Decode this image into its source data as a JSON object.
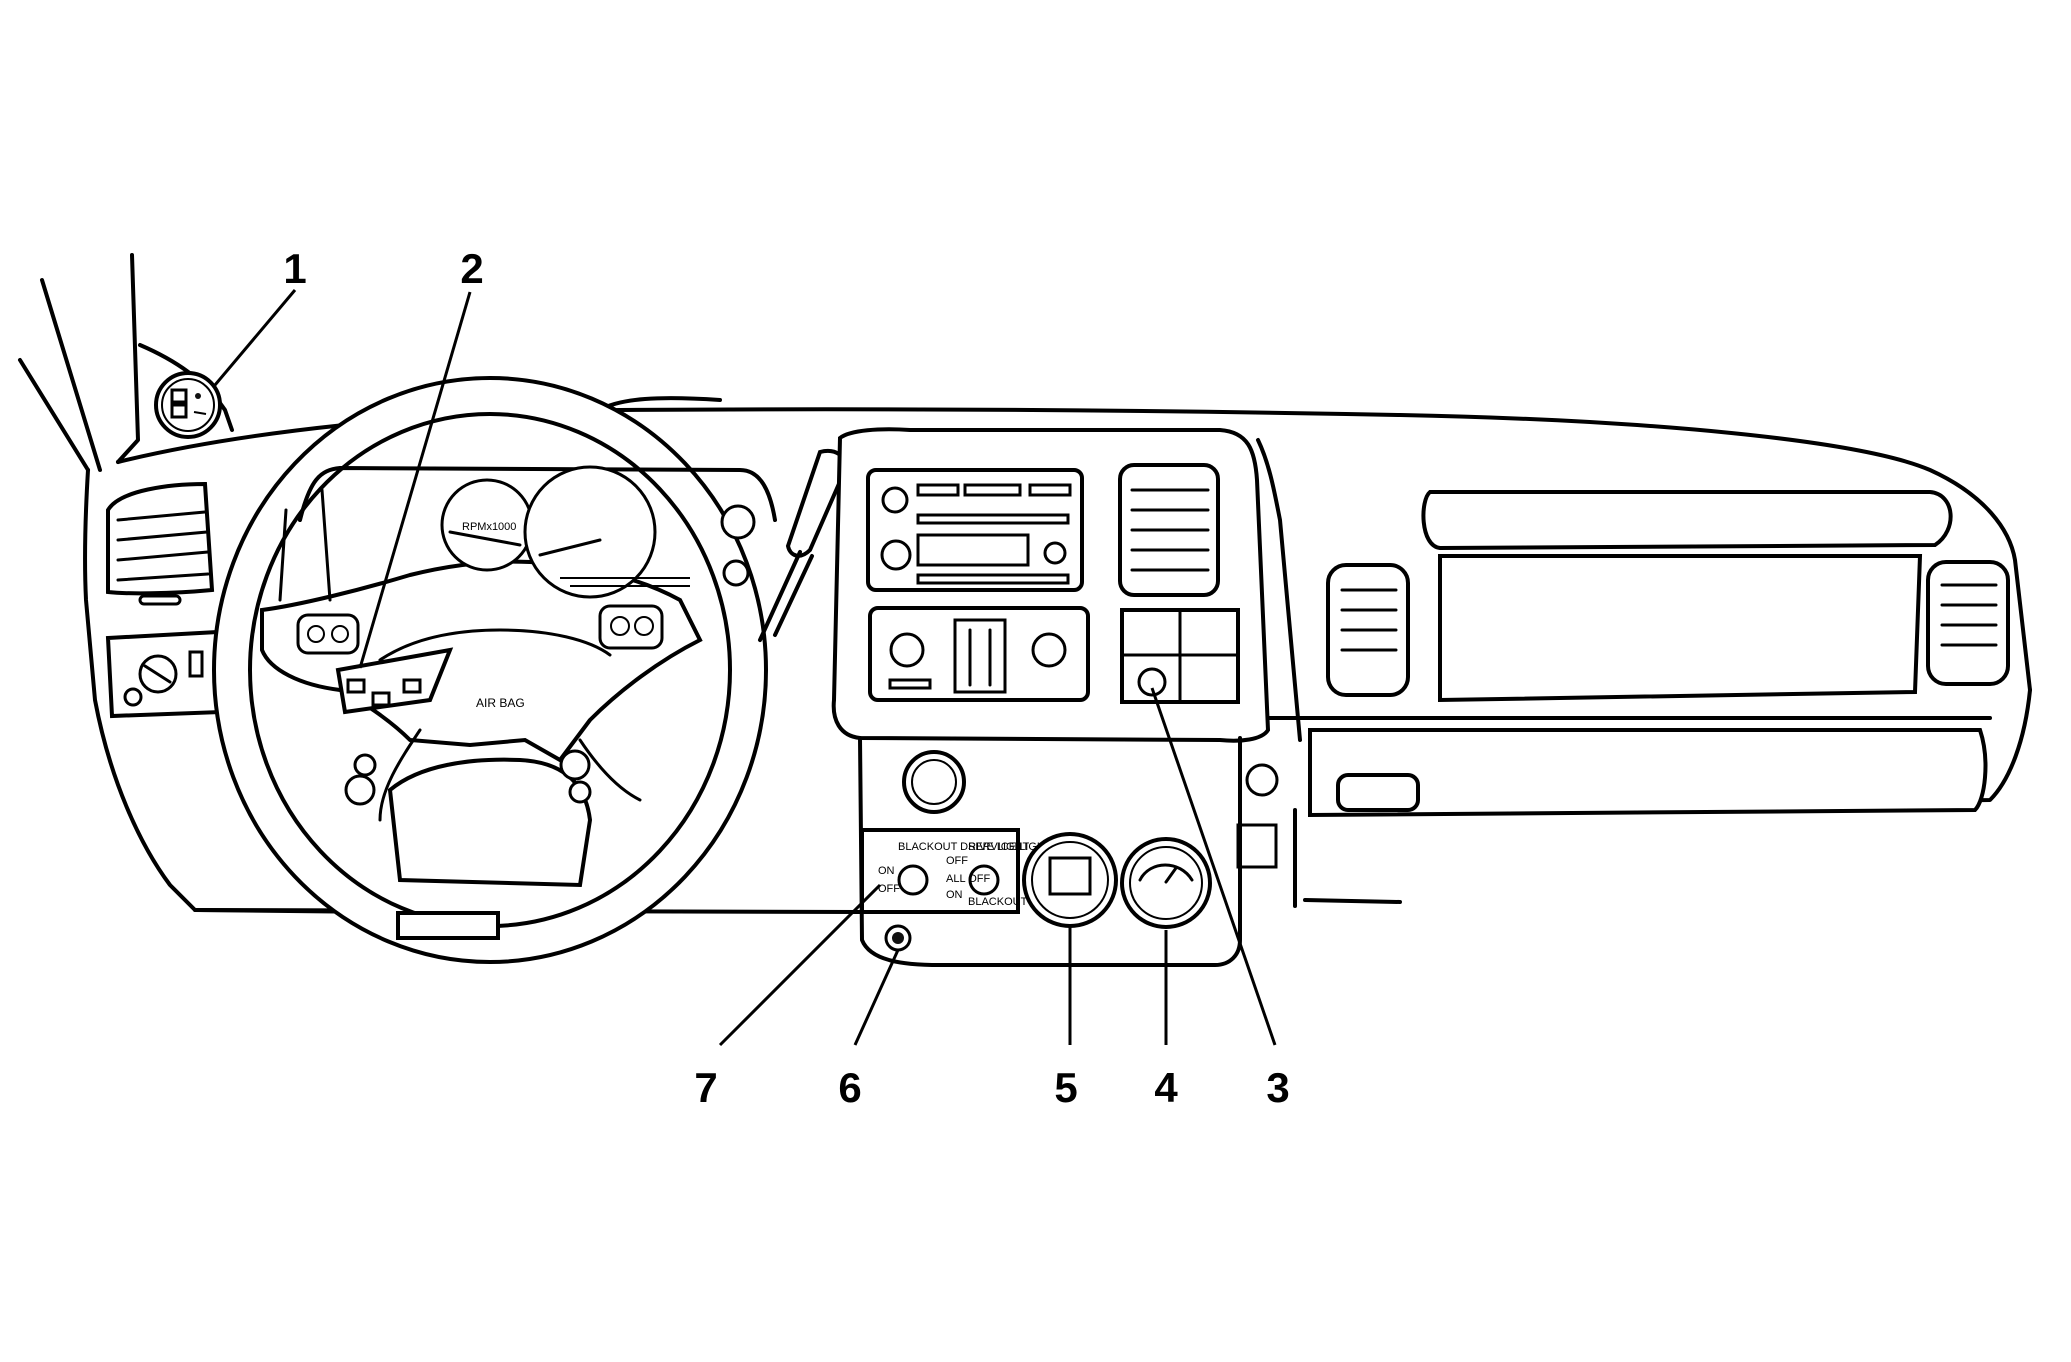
{
  "callouts": [
    {
      "id": "1",
      "label": "1"
    },
    {
      "id": "2",
      "label": "2"
    },
    {
      "id": "3",
      "label": "3"
    },
    {
      "id": "4",
      "label": "4"
    },
    {
      "id": "5",
      "label": "5"
    },
    {
      "id": "6",
      "label": "6"
    },
    {
      "id": "7",
      "label": "7"
    }
  ],
  "steering": {
    "airbag_label": "AIR BAG"
  },
  "cluster": {
    "tach_label": "RPMx1000"
  },
  "blackout_panel": {
    "blackout_drive_light_label": "BLACKOUT DRIVE LIGHT",
    "service_lights_label": "SERVICE LIGHTS",
    "on_left": "ON",
    "off_left": "OFF",
    "off_right": "OFF",
    "all_off": "ALL OFF",
    "on_right": "ON",
    "blackout": "BLACKOUT"
  },
  "colors": {
    "line": "#000000",
    "background": "#ffffff"
  }
}
